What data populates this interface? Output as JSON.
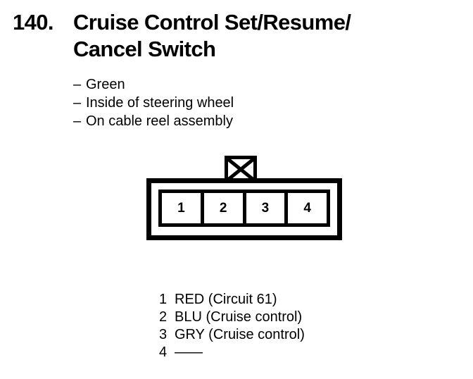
{
  "page": {
    "item_number": "140.",
    "title_line_1": "Cruise Control Set/Resume/",
    "title_line_2": "Cancel Switch"
  },
  "attributes": [
    {
      "dash": "–",
      "text": "Green"
    },
    {
      "dash": "–",
      "text": "Inside of steering wheel"
    },
    {
      "dash": "–",
      "text": "On cable reel assembly"
    }
  ],
  "connector": {
    "latch_icon": "x-latch-icon",
    "pins": [
      {
        "number": "1"
      },
      {
        "number": "2"
      },
      {
        "number": "3"
      },
      {
        "number": "4"
      }
    ]
  },
  "legend": [
    {
      "pin": "1",
      "desc": "RED (Circuit 61)"
    },
    {
      "pin": "2",
      "desc": "BLU (Cruise control)"
    },
    {
      "pin": "3",
      "desc": "GRY (Cruise control)"
    },
    {
      "pin": "4",
      "desc": "——"
    }
  ],
  "colors": {
    "ink": "#000000",
    "paper": "#ffffff"
  }
}
